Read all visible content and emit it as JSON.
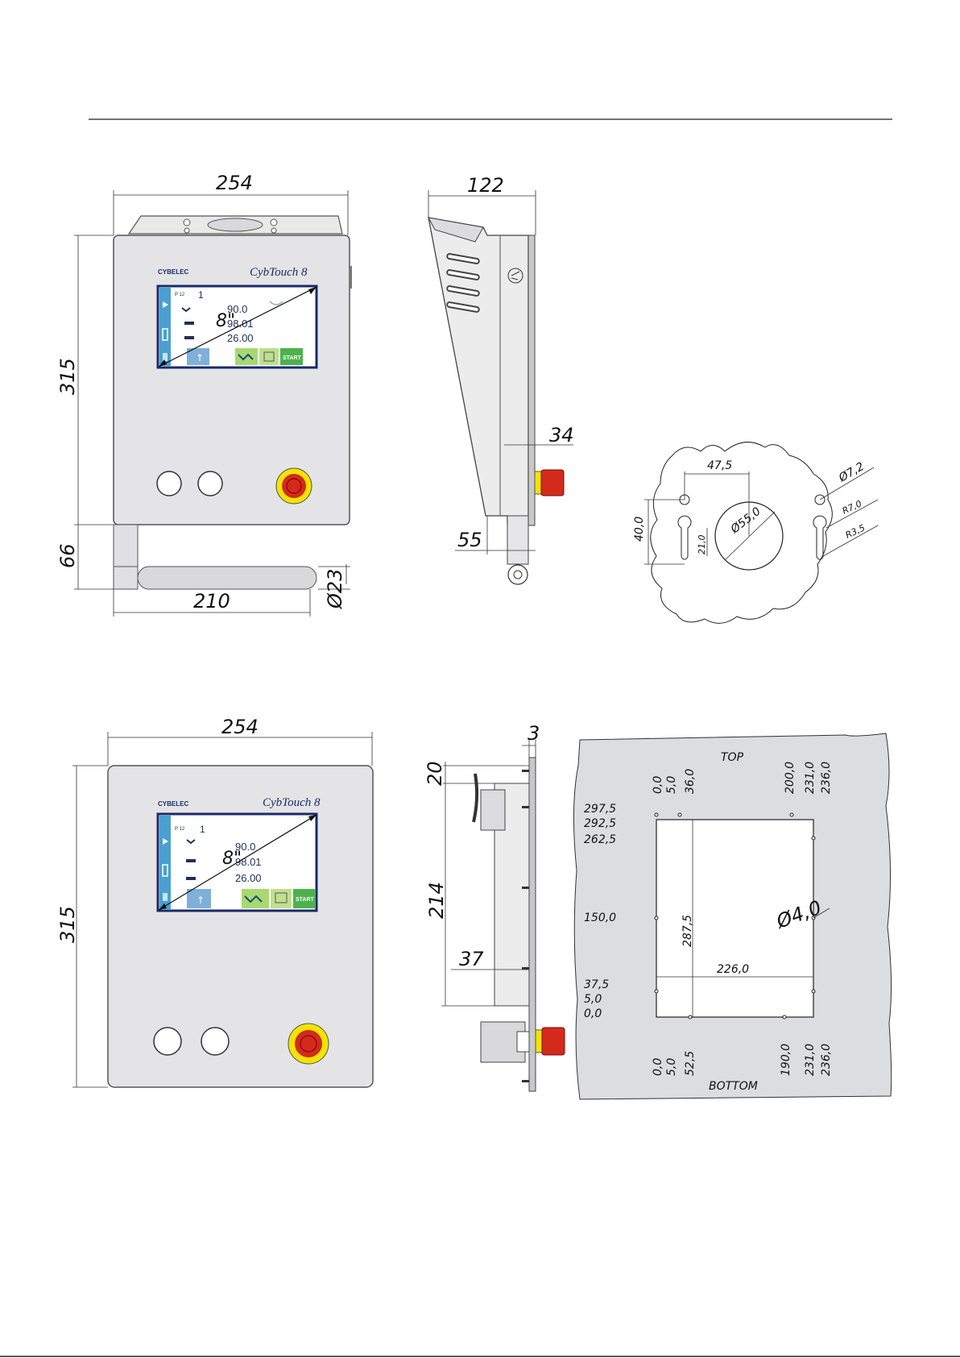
{
  "header_rule": true,
  "front_view_top": {
    "width": "254",
    "height": "315",
    "arm_height": "66",
    "arm_length": "210",
    "arm_diameter": "Ø23",
    "brand": "CYBELEC",
    "model": "CybTouch 8",
    "screen_size": "8\"",
    "screen": {
      "program": "P 12",
      "step": "1",
      "values": [
        "90.0",
        "98.01",
        "26.00"
      ],
      "start_label": "START"
    }
  },
  "side_view": {
    "depth": "122",
    "offset_34": "34",
    "offset_55": "55"
  },
  "mounting_holes": {
    "spacing_x": "47,5",
    "spacing_y": "40,0",
    "center_hole": "Ø55,0",
    "slot_len": "21,0",
    "hole_d": "Ø7,2",
    "slot_r": "R7,0",
    "slot_r2": "R3,5"
  },
  "front_view_bottom": {
    "width": "254",
    "height": "315",
    "brand": "CYBELEC",
    "model": "CybTouch 8",
    "screen_size": "8\"",
    "screen": {
      "program": "P 12",
      "step": "1",
      "values": [
        "90.0",
        "98.01",
        "26.00"
      ],
      "start_label": "START"
    }
  },
  "panel_side_view": {
    "thickness": "3",
    "top_offset": "20",
    "box_height": "214",
    "box_depth": "37"
  },
  "cutout": {
    "top_label": "TOP",
    "bottom_label": "BOTTOM",
    "top_x": [
      "0,0",
      "5,0",
      "36,0",
      "200,0",
      "231,0",
      "236,0"
    ],
    "bottom_x": [
      "0,0",
      "5,0",
      "52,5",
      "190,0",
      "231,0",
      "236,0"
    ],
    "left_y": [
      "297,5",
      "292,5",
      "262,5",
      "150,0",
      "37,5",
      "5,0",
      "0,0"
    ],
    "inner_height": "287,5",
    "inner_width": "226,0",
    "hole_d": "Ø4,0"
  }
}
